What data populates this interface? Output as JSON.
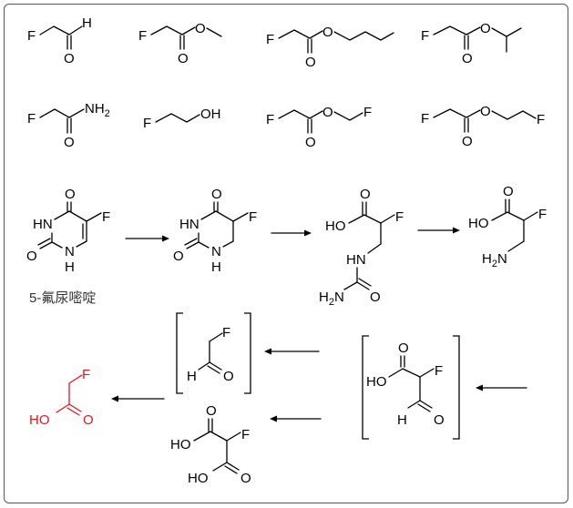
{
  "figure": {
    "caption": "5-氟尿嘧啶"
  },
  "compounds": {
    "fluoroacetaldehyde": {
      "atoms": [
        "F",
        "H",
        "O"
      ]
    },
    "methyl_fluoroacetate": {
      "atoms": [
        "F",
        "O",
        "O"
      ]
    },
    "propyl_fluoroacetate": {
      "atoms": [
        "F",
        "O",
        "O"
      ]
    },
    "isopropyl_fluoroacetate": {
      "atoms": [
        "F",
        "O",
        "O"
      ]
    },
    "fluoroacetamide": {
      "atoms": [
        "F",
        "O",
        "NH2"
      ]
    },
    "fluoroethanol": {
      "atoms": [
        "F",
        "OH"
      ]
    },
    "fluoromethyl_fluoroacetate": {
      "atoms": [
        "F",
        "O",
        "O",
        "F"
      ]
    },
    "fluoroethyl_fluoroacetate": {
      "atoms": [
        "F",
        "O",
        "O",
        "F"
      ]
    },
    "fluorouracil": {
      "atoms": [
        "O",
        "HN",
        "F",
        "O",
        "N",
        "H"
      ]
    },
    "dihydrofluorouracil": {
      "atoms": [
        "O",
        "HN",
        "F",
        "O",
        "N",
        "H"
      ]
    },
    "ureidopropionic_acid": {
      "atoms": [
        "O",
        "HO",
        "F",
        "HN",
        "H2N",
        "O"
      ]
    },
    "fluoro_beta_alanine": {
      "atoms": [
        "O",
        "HO",
        "F",
        "H2N"
      ]
    },
    "fluoromalonic_semialdehyde": {
      "atoms": [
        "O",
        "HO",
        "F",
        "H",
        "O"
      ]
    },
    "fluoroacetaldehyde_intermediate": {
      "atoms": [
        "F",
        "H",
        "O"
      ]
    },
    "fluoromalonic_acid": {
      "atoms": [
        "O",
        "HO",
        "F",
        "HO",
        "O"
      ]
    },
    "fluoroacetic_acid": {
      "atoms": [
        "F",
        "HO",
        "O"
      ]
    }
  },
  "colors": {
    "product": "#e8141e",
    "bond": "#000000"
  }
}
